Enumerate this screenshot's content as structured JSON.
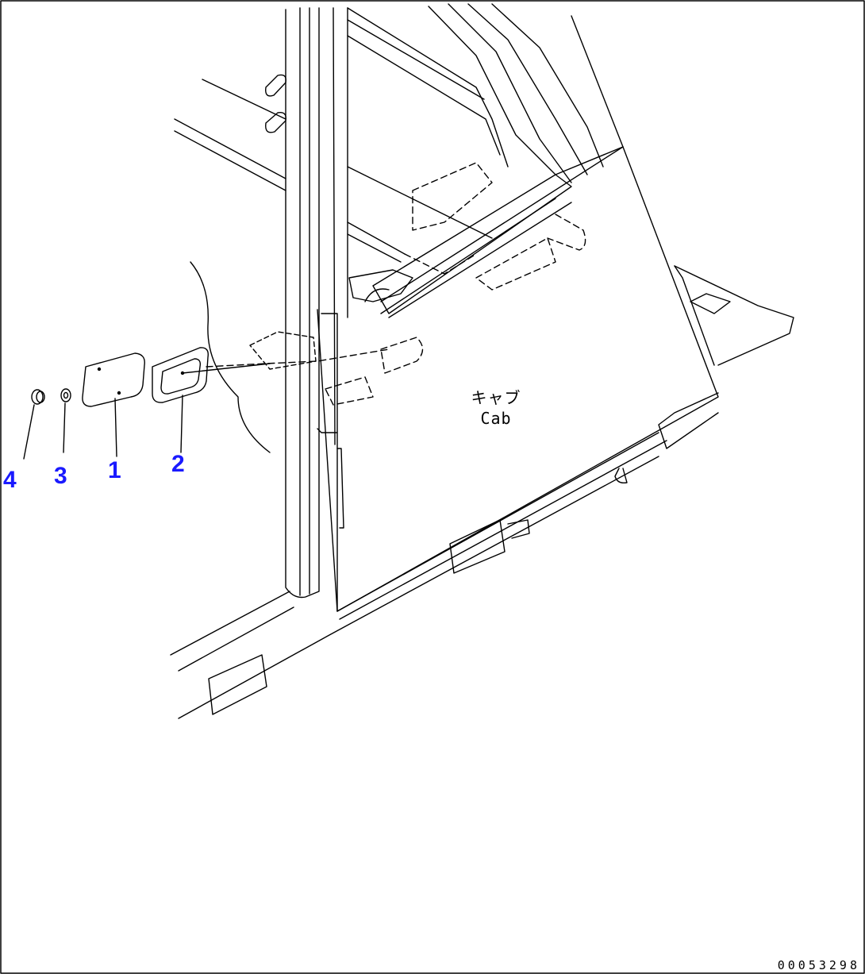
{
  "diagram": {
    "callouts": [
      {
        "id": "4",
        "label": "4"
      },
      {
        "id": "3",
        "label": "3"
      },
      {
        "id": "1",
        "label": "1"
      },
      {
        "id": "2",
        "label": "2"
      }
    ],
    "cab_label": {
      "japanese": "キャブ",
      "english": "Cab"
    },
    "catalog_number": "00053298",
    "colors": {
      "line": "#000000",
      "callout": "#1a1aff",
      "background": "#ffffff"
    }
  }
}
